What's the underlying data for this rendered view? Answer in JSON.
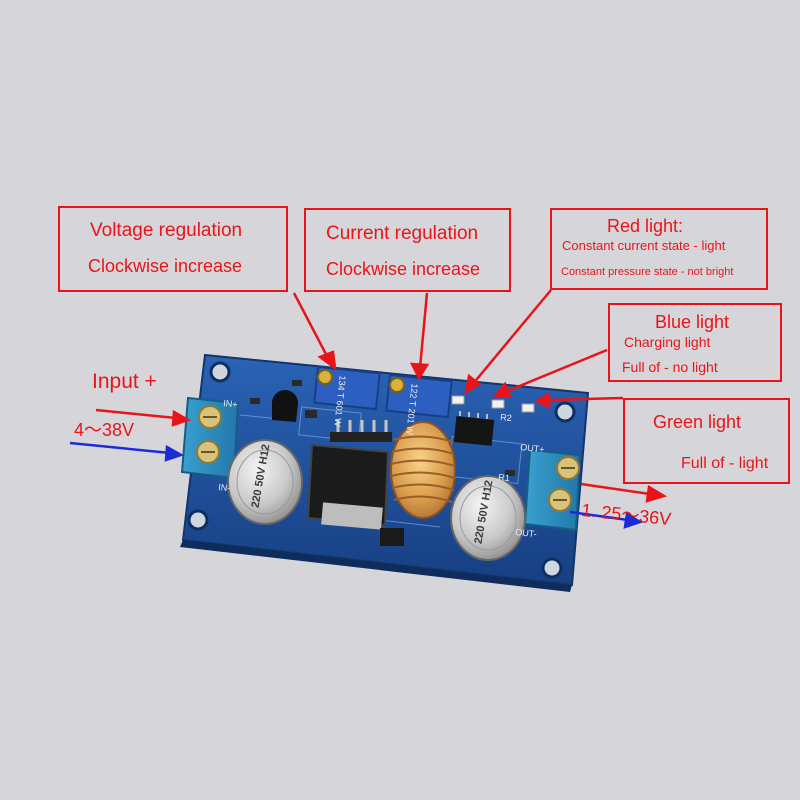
{
  "annotations": {
    "voltage": {
      "title": "Voltage regulation",
      "detail": "Clockwise increase"
    },
    "current": {
      "title": "Current regulation",
      "detail": "Clockwise increase"
    },
    "red_light": {
      "title": "Red light:",
      "line1": "Constant current state - light",
      "line2": "Constant pressure state - not bright"
    },
    "blue_light": {
      "title": "Blue light",
      "line1": "Charging light",
      "line2": "Full of - no light"
    },
    "green_light": {
      "title": "Green light",
      "line1": "Full of - light"
    },
    "input": {
      "label": "Input +",
      "range": "4～38V"
    },
    "output": {
      "range": "1. 25～36V"
    }
  },
  "board_markings": {
    "pot_left": "134 T 601 W",
    "pot_right": "122 T 201 W",
    "cap_left": "220 50V H12",
    "cap_right": "220 50V H12",
    "in_plus": "IN+",
    "in_minus": "IN-",
    "out_plus": "OUT+",
    "out_minus": "OUT-",
    "chip_r1": "R1",
    "chip_r2": "R2"
  },
  "colors": {
    "annotation_red": "#e8141a",
    "arrow_blue": "#1a2bd8",
    "pcb_blue": "#1d4f9a",
    "background": "#d6d6da"
  }
}
